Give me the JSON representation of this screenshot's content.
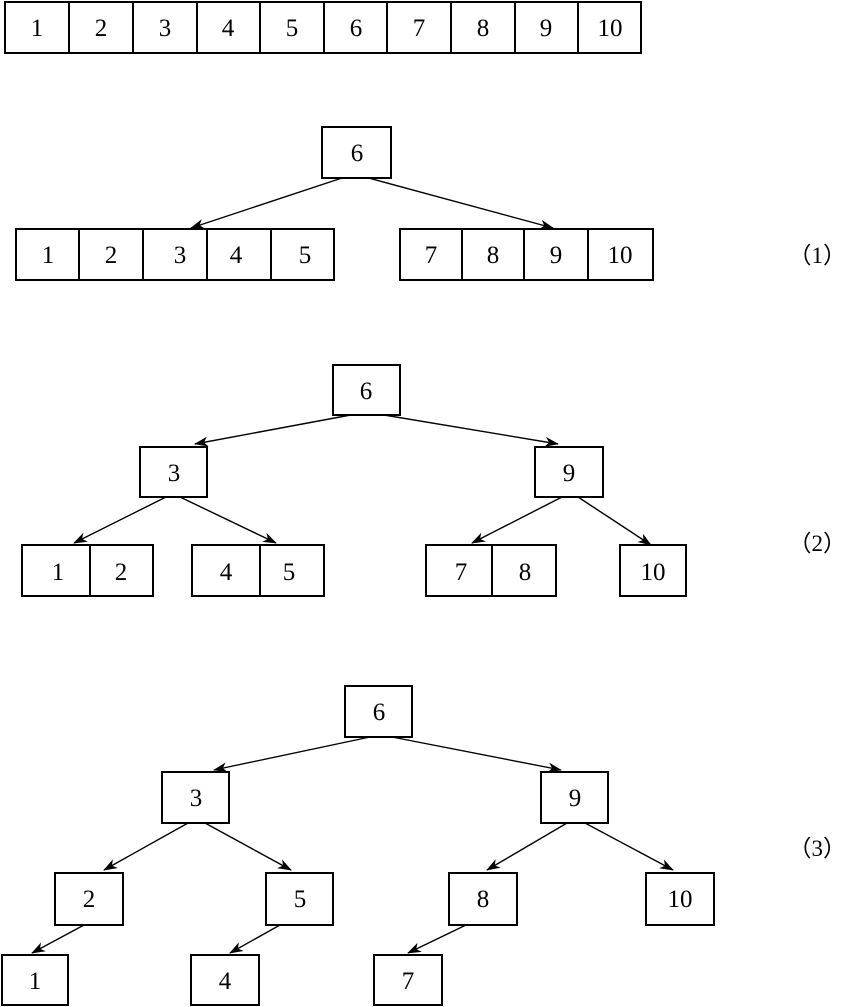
{
  "sorted_array": [
    "1",
    "2",
    "3",
    "4",
    "5",
    "6",
    "7",
    "8",
    "9",
    "10"
  ],
  "step1": {
    "label": "（1）",
    "root": "6",
    "left_group": [
      "1",
      "2",
      "3",
      "4",
      "5"
    ],
    "right_group": [
      "7",
      "8",
      "9",
      "10"
    ]
  },
  "step2": {
    "label": "（2）",
    "root": "6",
    "left_child": "3",
    "right_child": "9",
    "leaf_groups": [
      [
        "1",
        "2"
      ],
      [
        "4",
        "5"
      ],
      [
        "7",
        "8"
      ],
      [
        "10"
      ]
    ]
  },
  "step3": {
    "label": "（3）",
    "root": "6",
    "level1": [
      "3",
      "9"
    ],
    "level2": [
      "2",
      "5",
      "8",
      "10"
    ],
    "level3": [
      "1",
      "4",
      "7"
    ]
  }
}
